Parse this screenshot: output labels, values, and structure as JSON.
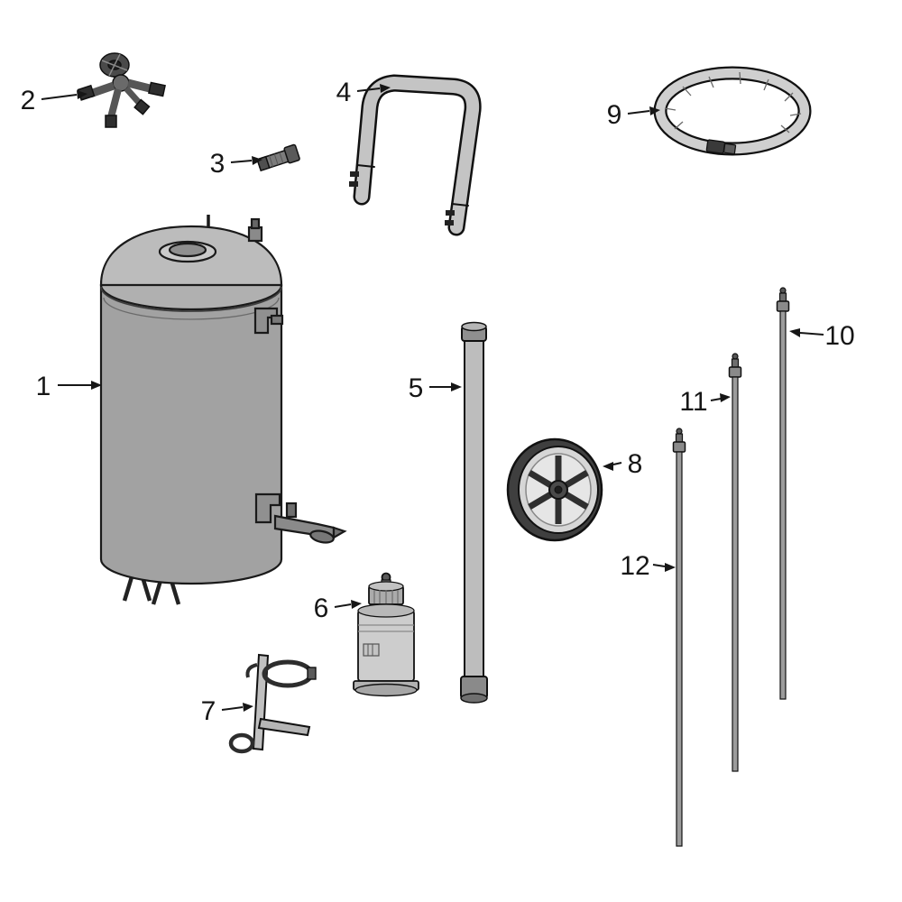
{
  "diagram": {
    "type": "exploded-parts-diagram",
    "background_color": "#ffffff",
    "line_color": "#161616",
    "callouts": [
      {
        "label": "1",
        "part": "tank"
      },
      {
        "label": "2",
        "part": "spray-valve-assembly"
      },
      {
        "label": "3",
        "part": "hose-nipple"
      },
      {
        "label": "4",
        "part": "handle"
      },
      {
        "label": "5",
        "part": "straight-tube"
      },
      {
        "label": "6",
        "part": "filter-canister"
      },
      {
        "label": "7",
        "part": "mounting-bracket"
      },
      {
        "label": "8",
        "part": "wheel"
      },
      {
        "label": "9",
        "part": "hose-coil"
      },
      {
        "label": "10",
        "part": "lance-rod-short"
      },
      {
        "label": "11",
        "part": "lance-rod-medium"
      },
      {
        "label": "12",
        "part": "lance-rod-long"
      }
    ]
  }
}
